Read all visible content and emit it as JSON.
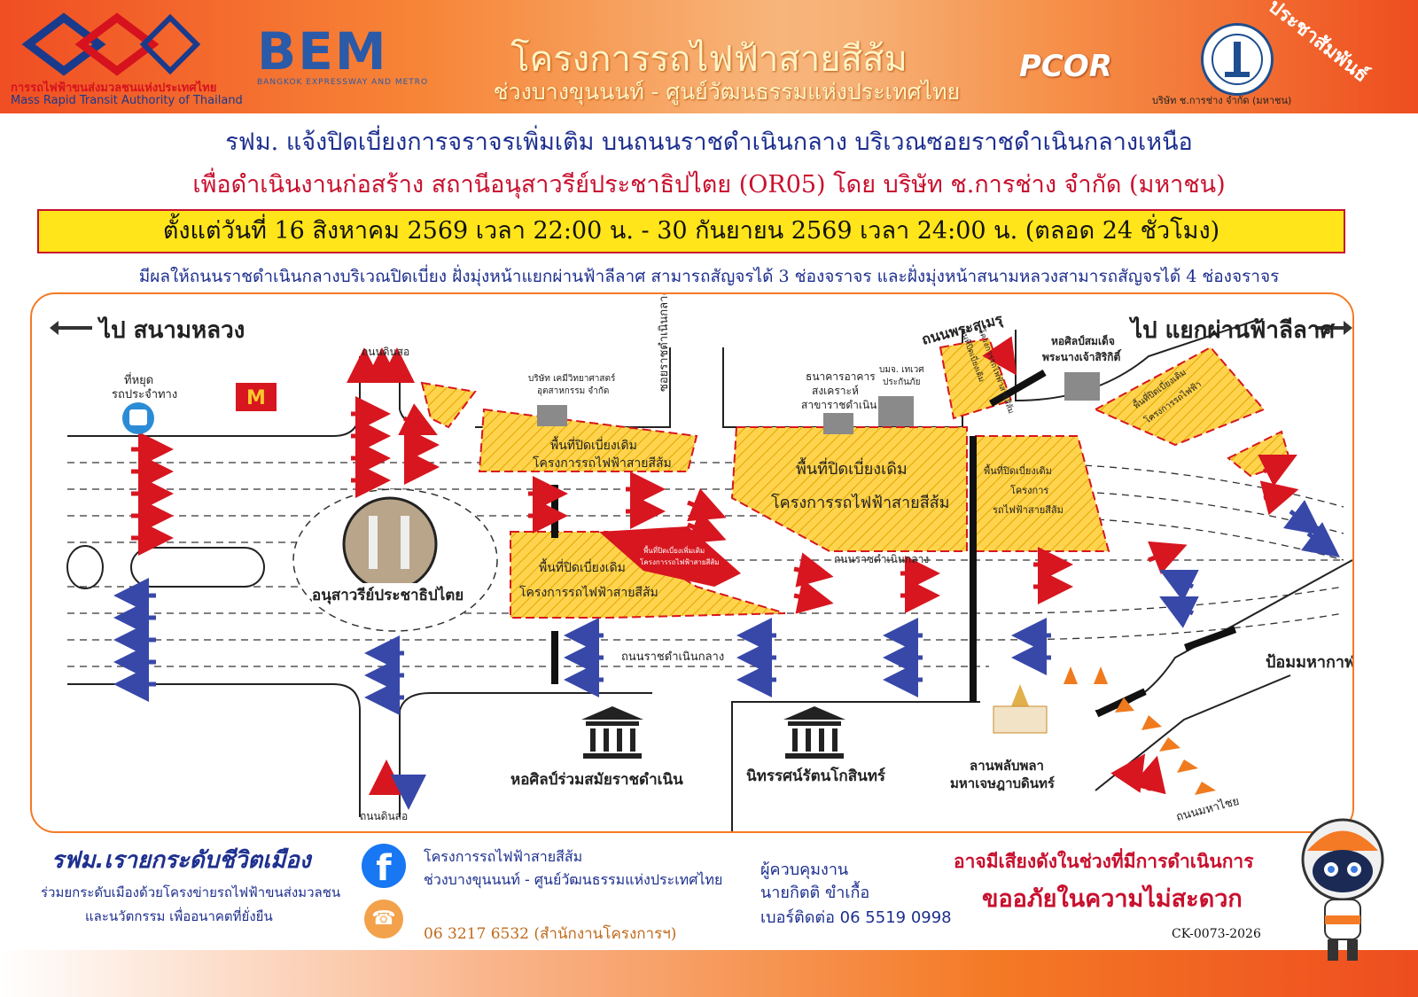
{
  "header": {
    "mrta_name_th": "การรถไฟฟ้าขนส่งมวลชนแห่งประเทศไทย",
    "mrta_name_en": "Mass Rapid Transit Authority of Thailand",
    "bem_logo": "BEM",
    "bem_sub": "BANGKOK EXPRESSWAY AND METRO",
    "project_title": "โครงการรถไฟฟ้าสายสีส้ม",
    "project_segment": "ช่วงบางขุนนนท์ - ศูนย์วัฒนธรรมแห่งประเทศไทย",
    "pcor_logo": "PCOR",
    "contractor_name": "บริษัท ช.การช่าง จำกัด (มหาชน)",
    "pr_tag": "ประชาสัมพันธ์"
  },
  "announcement": {
    "headline_1": "รฟม. แจ้งปิดเบี่ยงการจราจรเพิ่มเติม บนถนนราชดำเนินกลาง บริเวณซอยราชดำเนินกลางเหนือ",
    "headline_2": "เพื่อดำเนินงานก่อสร้าง สถานีอนุสาวรีย์ประชาธิปไตย (OR05) โดย บริษัท ช.การช่าง จำกัด (มหาชน)",
    "period": "ตั้งแต่วันที่ 16 สิงหาคม 2569 เวลา 22:00 น. - 30 กันยายน 2569 เวลา 24:00 น. (ตลอด 24 ชั่วโมง)",
    "effect": "มีผลให้ถนนราชดำเนินกลางบริเวณปิดเบี่ยง ฝั่งมุ่งหน้าแยกผ่านฟ้าลีลาศ สามารถสัญจรได้ 3 ช่องจราจร และฝั่งมุ่งหน้าสนามหลวงสามารถสัญจรได้ 4 ช่องจราจร"
  },
  "map": {
    "to_left": "ไป สนามหลวง",
    "to_right": "ไป แยกผ่านฟ้าลีลาศ",
    "bus_stop": "ที่หยุด",
    "bus_stop_2": "รถประจำทาง",
    "road_dinso_top": "ถนนดินสอ",
    "road_dinso_bottom": "ถนนดินสอ",
    "soi_north": "ซอยราชดำเนินกลางเหนือ",
    "road_prasumen": "ถนนพระสุเมรุ",
    "road_ratchadamnoen_1": "ถนนราชดำเนินกลาง",
    "road_ratchadamnoen_2": "ถนนราชดำเนินกลาง",
    "road_mahachai": "ถนนมหาไชย",
    "fort": "ป้อมมหากาฬ",
    "company_chem": "บริษัท เคมีวิทยาศาสตร์",
    "company_chem_2": "อุตสาหกรรม จำกัด",
    "bank_1": "ธนาคารอาคาร",
    "bank_2": "สงเคราะห์",
    "bank_3": "สาขาราชดำเนิน",
    "insurance_1": "บมจ. เทเวศ",
    "insurance_2": "ประกันภัย",
    "queen_gallery_1": "หอศิลป์สมเด็จ",
    "queen_gallery_2": "พระนางเจ้าสิริกิติ์",
    "monument": "อนุสาวรีย์ประชาธิปไตย",
    "art_gallery": "หอศิลป์ร่วมสมัยราชดำเนิน",
    "rattanakosin": "นิทรรศน์รัตนโกสินทร์",
    "plaza_1": "ลานพลับพลา",
    "plaza_2": "มหาเจษฎาบดินทร์",
    "zone_old_a_1": "พื้นที่ปิดเบี่ยงเดิม",
    "zone_old_a_2": "โครงการรถไฟฟ้าสายสีส้ม",
    "zone_old_b_1": "พื้นที่ปิดเบี่ยงเดิม",
    "zone_old_b_2": "โครงการรถไฟฟ้าสายสีส้ม",
    "zone_old_c_1": "พื้นที่ปิดเบี่ยงเดิม",
    "zone_old_c_2": "โครงการรถไฟฟ้าสายสีส้ม",
    "zone_old_d_1": "พื้นที่ปิดเบี่ยงเดิม",
    "zone_old_d_2": "โครงการ",
    "zone_old_d_3": "รถไฟฟ้าสายสีส้ม",
    "zone_old_e_1": "พื้นที่ปิดเบี่ยงเดิม",
    "zone_old_e_2": "โครงการรถไฟฟ้าสายสีส้ม",
    "zone_old_f_1": "พื้นที่ปิดเบี่ยงเดิม",
    "zone_old_f_2": "โครงการรถไฟฟ้า",
    "zone_new_1": "พื้นที่ปิดเบี่ยงเพิ่มเติม",
    "zone_new_2": "โครงการรถไฟฟ้าสายสีส้ม",
    "mcd": "McDonald's",
    "colors": {
      "closure_old": "#ffd34d",
      "closure_new": "#d7161f",
      "arrow_in": "#d7161f",
      "arrow_out": "#3848a8"
    }
  },
  "footer": {
    "slogan": "รฟม.เรายกระดับชีวิตเมือง",
    "slogan_2": "ร่วมยกระดับเมืองด้วยโครงข่ายรถไฟฟ้าขนส่งมวลชน",
    "slogan_3": "และนวัตกรรม เพื่ออนาคตที่ยั่งยืน",
    "facebook_1": "โครงการรถไฟฟ้าสายสีส้ม",
    "facebook_2": "ช่วงบางขุนนนท์ - ศูนย์วัฒนธรรมแห่งประเทศไทย",
    "phone": "06 3217 6532 (สำนักงานโครงการฯ)",
    "supervisor_1": "ผู้ควบคุมงาน",
    "supervisor_2": "นายกิตติ ขำเกื้อ",
    "supervisor_3": "เบอร์ติดต่อ 06 5519 0998",
    "noise": "อาจมีเสียงดังในช่วงที่มีการดำเนินการ",
    "sorry": "ขออภัยในความไม่สะดวก",
    "code": "CK-0073-2026"
  }
}
